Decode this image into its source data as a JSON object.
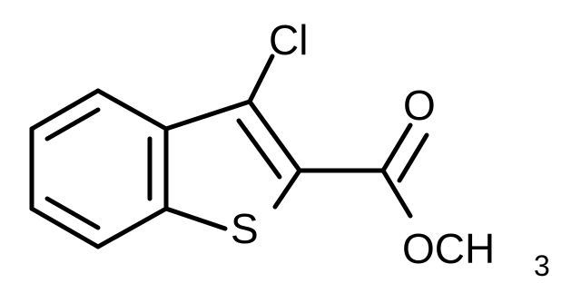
{
  "molecule": {
    "atoms": {
      "chlorine": "Cl",
      "carbonyl_oxygen": "O",
      "sulfur": "S",
      "ester_group": "OCH",
      "ester_subscript": "3"
    }
  }
}
